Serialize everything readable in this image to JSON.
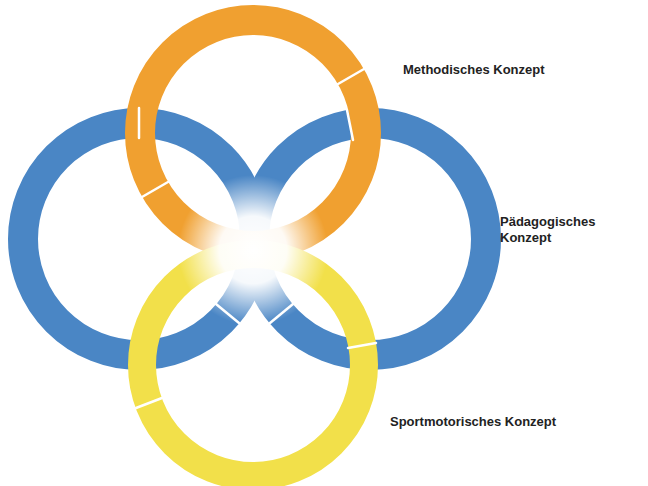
{
  "diagram": {
    "labels": [
      "Methodisches Konzept",
      "Pädagogisches Konzept",
      "Sportmotorisches Konzept"
    ]
  }
}
